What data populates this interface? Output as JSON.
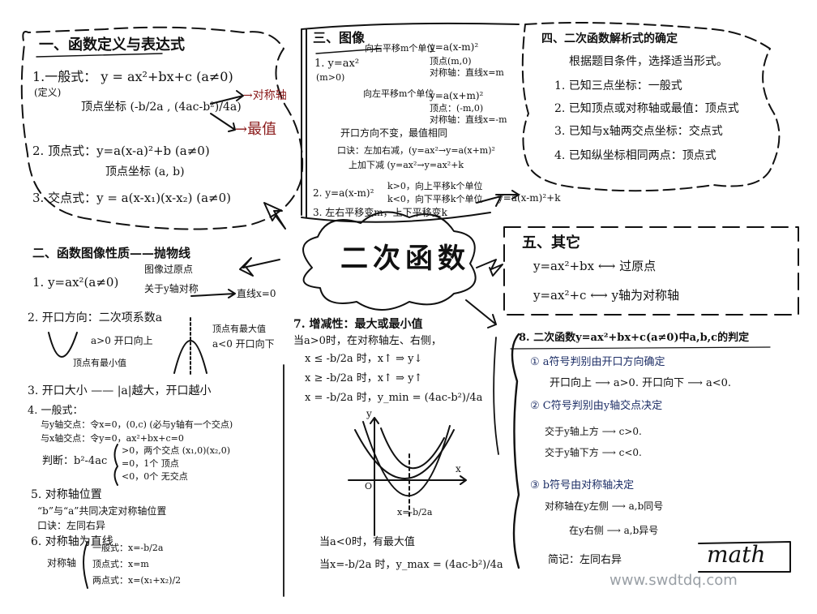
{
  "center": {
    "title": "二次函数"
  },
  "sec1": {
    "title": "一、函数定义与表达式",
    "general": "1.一般式：  y = ax²+bx+c (a≠0)",
    "general_note": "(定义)",
    "vertex_coord": "顶点坐标 (-b/2a , (4ac-b²)/4a)",
    "axis_tag": "→对称轴",
    "extreme_tag": "→最值",
    "vertex_form": "2. 顶点式：y=a(x-a)²+b (a≠0)",
    "vertex_form_coord": "顶点坐标 (a, b)",
    "intercept_form": "3. 交点式：y = a(x-x₁)(x-x₂) (a≠0)"
  },
  "sec3": {
    "title": "三、图像",
    "l1": "1. y=ax²",
    "l1b": "(m>0)",
    "arrow_right": "向右平移m个单位",
    "eq_right": "y=a(x-m)²",
    "vertex_right": "顶点(m,0)",
    "axis_right": "对称轴：直线x=m",
    "arrow_left": "向左平移m个单位",
    "eq_left": "y=a(x+m)²",
    "vertex_left": "顶点：(-m,0)",
    "axis_left": "对称轴：直线x=-m",
    "shape_note": "开口方向不变，最值相同",
    "rule_lr": "口诀：左加右减，(y=ax²→y=a(x+m)²",
    "rule_ud": "上加下减  (y=ax²→y=ax²+k",
    "l2": "2. y=a(x-m)²",
    "l2_up": "k>0，向上平移k个单位",
    "l2_down": "k<0，向下平移k个单位",
    "l2_result": "y=a(x-m)²+k",
    "l3": "3. 左右平移变m，上下平移变k"
  },
  "sec4": {
    "title": "四、二次函数解析式的确定",
    "intro": "根据题目条件，选择适当形式。",
    "i1": "1. 已知三点坐标：一般式",
    "i2": "2. 已知顶点或对称轴或最值：顶点式",
    "i3": "3. 已知与x轴两交点坐标：交点式",
    "i4": "4. 已知纵坐标相同两点：顶点式"
  },
  "sec2": {
    "title": "二、函数图像性质——抛物线",
    "p1": "1. y=ax²(a≠0)",
    "p1_a": "图像过原点",
    "p1_b": "关于y轴对称",
    "p1_c": "直线x=0",
    "p2": "2. 开口方向：二次项系数a",
    "p2_up": "a>0 开口向上",
    "p2_up_note": "顶点有最小值",
    "p2_down": "a<0 开口向下",
    "p2_down_note": "顶点有最大值",
    "p3": "3. 开口大小 —— |a|越大，开口越小",
    "p4": "4. 一般式：",
    "p4_y": "与y轴交点：令x=0，(0,c)  (必与y轴有一个交点)",
    "p4_x": "与x轴交点：令y=0，ax²+bx+c=0",
    "p4_judge": "判断：b²-4ac",
    "p4_gt": ">0，两个交点 (x₁,0)(x₂,0)",
    "p4_eq": "=0，1个  顶点",
    "p4_lt": "<0，0个  无交点",
    "p5": "5. 对称轴位置",
    "p5_rule": "“b”与“a”共同决定对称轴位置",
    "p5_mn": "口诀：左同右异",
    "p6": "6. 对称轴为直线",
    "p6_a": "对称轴",
    "p6_b": "一般式：x=-b/2a",
    "p6_c": "顶点式：x=m",
    "p6_d": "两点式：x=(x₁+x₂)/2"
  },
  "sec5": {
    "title": "五、其它",
    "l1": "y=ax²+bx ⟷ 过原点",
    "l2": "y=ax²+c ⟷ y轴为对称轴"
  },
  "sec7": {
    "title": "7. 增减性：最大或最小值",
    "cond": "当a>0时，在对称轴左、右侧，",
    "r1": "x ≤ -b/2a 时，x↑ ⇒ y↓",
    "r2": "x ≥ -b/2a 时，x↑ ⇒ y↑",
    "r3": "x = -b/2a 时，y_min = (4ac-b²)/4a",
    "graph_y": "y",
    "graph_x": "x",
    "graph_o": "O",
    "graph_axis": "x=-b/2a",
    "max_cond": "当a<0时，有最大值",
    "max_val": "当x=-b/2a 时，y_max = (4ac-b²)/4a"
  },
  "sec8": {
    "title": "8. 二次函数y=ax²+bx+c(a≠0)中a,b,c的判定",
    "a_title": "① a符号判别由开口方向确定",
    "a_rule": "开口向上 ⟶ a>0.  开口向下 ⟶ a<0.",
    "c_title": "② C符号判别由y轴交点决定",
    "c_up": "交于y轴上方 ⟶ c>0.",
    "c_down": "交于y轴下方 ⟶ c<0.",
    "b_title": "③ b符号由对称轴决定",
    "b_left": "对称轴在y左侧 ⟶ a,b同号",
    "b_right": "在y右侧 ⟶ a,b异号",
    "b_summary": "简记：左同右异"
  },
  "stamp": {
    "text": "math"
  },
  "watermark": {
    "text": "www.swdtdq.com"
  }
}
